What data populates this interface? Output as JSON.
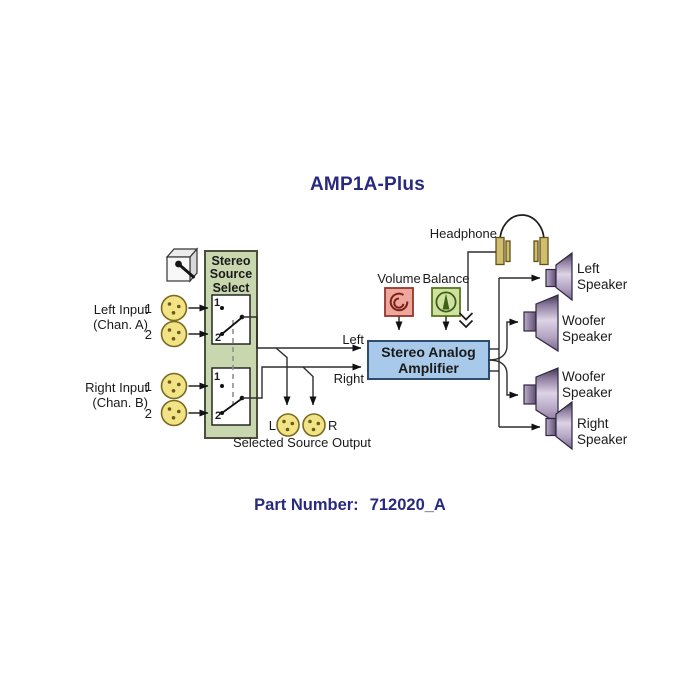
{
  "title": "AMP1A-Plus",
  "source_select": {
    "title": [
      "Stereo",
      "Source",
      "Select"
    ],
    "positions": [
      "1",
      "2"
    ]
  },
  "inputs": {
    "left": {
      "label": [
        "Left Input",
        "(Chan. A)"
      ],
      "ports": [
        "1",
        "2"
      ]
    },
    "right": {
      "label": [
        "Right Input",
        "(Chan. B)"
      ],
      "ports": [
        "1",
        "2"
      ]
    }
  },
  "selected_output": {
    "left": "L",
    "right": "R",
    "caption": "Selected Source Output"
  },
  "controls": {
    "volume": "Volume",
    "balance": "Balance"
  },
  "headphone": {
    "label": "Headphone"
  },
  "amplifier": {
    "name": [
      "Stereo Analog",
      "Amplifier"
    ],
    "input_left": "Left",
    "input_right": "Right"
  },
  "speakers": [
    {
      "label": [
        "Left",
        "Speaker"
      ]
    },
    {
      "label": [
        "Woofer",
        "Speaker"
      ]
    },
    {
      "label": [
        "Woofer",
        "Speaker"
      ]
    },
    {
      "label": [
        "Right",
        "Speaker"
      ]
    }
  ],
  "part_number": {
    "label": "Part Number:",
    "value": "712020_A"
  },
  "colors": {
    "heading": "#29297f",
    "source_select_fill": "#c9d7ae",
    "amplifier_fill": "#a8c9e9",
    "connector_fill": "#f2e387",
    "volume_fill": "#eda79c",
    "balance_fill": "#cfe0a2",
    "speaker_fill": "#9c8bac",
    "headphone_pad_fill": "#d2bd6e"
  }
}
